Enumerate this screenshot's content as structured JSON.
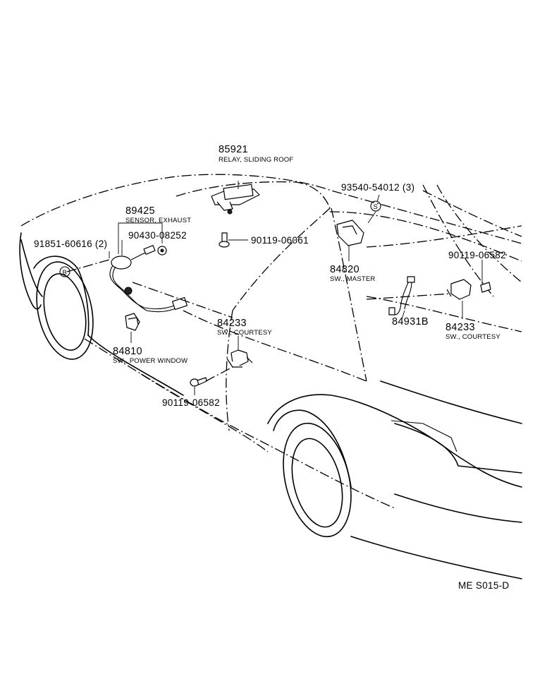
{
  "labels": {
    "relay_num": "85921",
    "relay_desc": "RELAY, SLIDING ROOF",
    "sensor_num": "89425",
    "sensor_desc": "SENSOR, EXHAUST",
    "bolt_08252": "90430-08252",
    "clip_60616": "91851-60616 (2)",
    "screw_06061": "90119-06061",
    "nut_54012": "93540-54012 (3)",
    "master_num": "84820",
    "master_desc": "SW., MASTER",
    "screw_06582_right": "90119-06582",
    "wire_num": "84931B",
    "courtesy_right_num": "84233",
    "courtesy_right_desc": "SW., COURTESY",
    "courtesy_center_num": "84233",
    "courtesy_center_desc": "SW., COURTESY",
    "powerwin_num": "84810",
    "powerwin_desc": "SW., POWER WINDOW",
    "screw_06582_bottom": "90119-06582",
    "diagram_code": "ME S015-D",
    "marker_b": "B",
    "marker_s": "S"
  }
}
